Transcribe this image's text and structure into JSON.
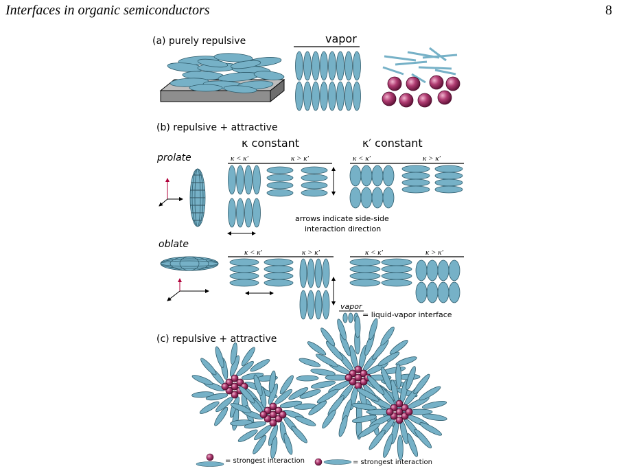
{
  "header": {
    "running_title": "Interfaces in organic semiconductors",
    "page_number": "8"
  },
  "figure": {
    "panel_a": {
      "label": "(a) purely repulsive",
      "vapor_label": "vapor"
    },
    "panel_b": {
      "label": "(b) repulsive + attractive",
      "kappa_constant": "κ constant",
      "kappa_prime_constant": "κ′ constant",
      "prolate_label": "prolate",
      "oblate_label": "oblate",
      "k_less": "κ < κ′",
      "k_greater": "κ > κ′",
      "arrows_note_line1": "arrows indicate side-side",
      "arrows_note_line2": "interaction direction",
      "legend_vapor": "vapor",
      "legend_text": "= liquid-vapor interface"
    },
    "panel_c": {
      "label": "(c) repulsive + attractive",
      "legend_left": "= strongest interaction",
      "legend_right": "= strongest interaction"
    },
    "colors": {
      "ellipse_fill": "#76b1c7",
      "ellipse_stroke": "#2e5b6b",
      "sphere_fill": "#a83c6e",
      "arrow_red": "#b0003a"
    }
  }
}
